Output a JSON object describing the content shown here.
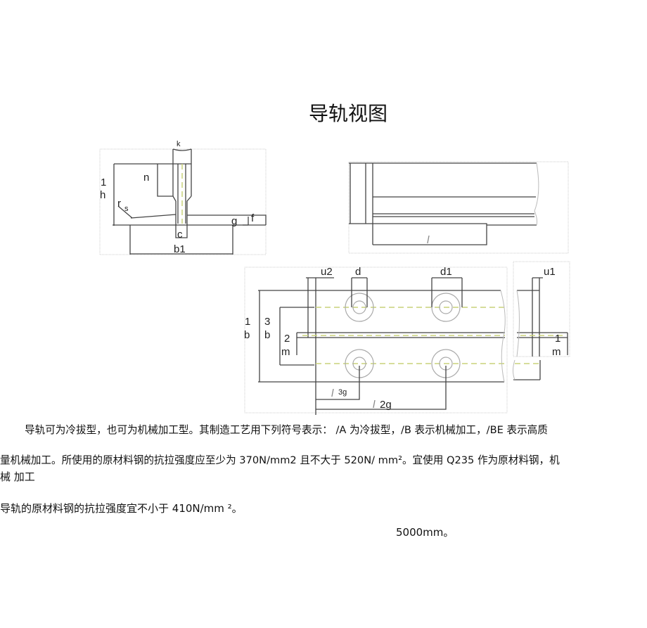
{
  "title": "导轨视图",
  "drawing_labels": {
    "k": "k",
    "n": "n",
    "h1": "1",
    "h1b": "h",
    "rs": "r",
    "rs_sub": "s",
    "g": "g",
    "f": "f",
    "c": "c",
    "b1": "b1",
    "l": "l",
    "u2": "u2",
    "d": "d",
    "d1": "d1",
    "u1": "u1",
    "b1_top": "1",
    "b1_bot": "b",
    "b3_top": "3",
    "b3_bot": "b",
    "m2_top": "2",
    "m2_bot": "m",
    "m1_top": "1",
    "m1_bot": "m",
    "l3g": "l",
    "l3g_sub": "3g",
    "l2g": "l",
    "l2g_sub": "2g"
  },
  "paragraphs": [
    "导轨可为冷拔型，也可为机械加工型。其制造工艺用下列符号表示：  /A 为冷拔型，/B 表示机械加工，/BE 表示高质",
    "量机械加工。所使用的原材料钢的抗拉强度应至少为 370N/mm2 且不大于 520N/ mm²。宜使用 Q235 作为原材料钢，机",
    "械  加工",
    "导轨的原材料钢的抗拉强度宜不小于 410N/mm ²。",
    "5000mm。"
  ]
}
